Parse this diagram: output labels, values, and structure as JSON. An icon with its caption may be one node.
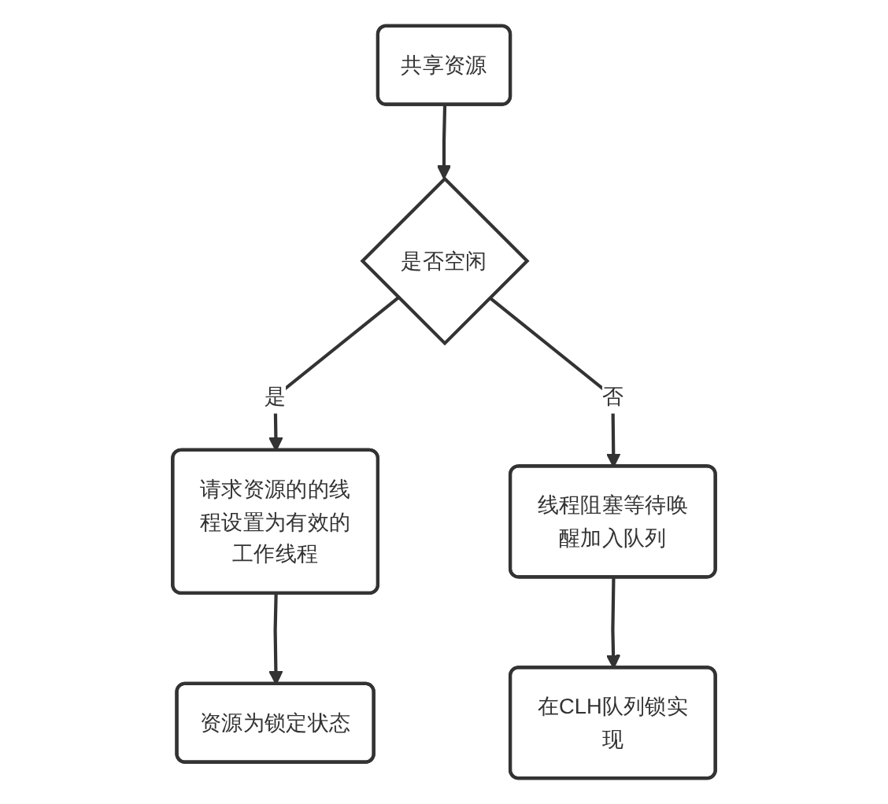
{
  "diagram": {
    "nodes": [
      {
        "text": [
          "共享资源"
        ]
      },
      {
        "text": [
          "是否空闲"
        ]
      },
      {
        "text": [
          "请求资源的的线程设置为有效的工作线程"
        ]
      },
      {
        "text": [
          "线程阻塞等待唤醒加入队列"
        ]
      },
      {
        "text": [
          "资源为锁定状态"
        ]
      },
      {
        "text": [
          "在CLH队列锁实现"
        ]
      }
    ],
    "edges": [
      {
        "from": 0,
        "to": 1,
        "arrow": "to"
      },
      {
        "from": 1,
        "to": 2,
        "arrow": "to",
        "label": "是"
      },
      {
        "from": 1,
        "to": 3,
        "arrow": "to",
        "label": "否"
      },
      {
        "from": 2,
        "to": 4,
        "arrow": "to"
      },
      {
        "from": 3,
        "to": 5,
        "arrow": "to"
      }
    ]
  }
}
